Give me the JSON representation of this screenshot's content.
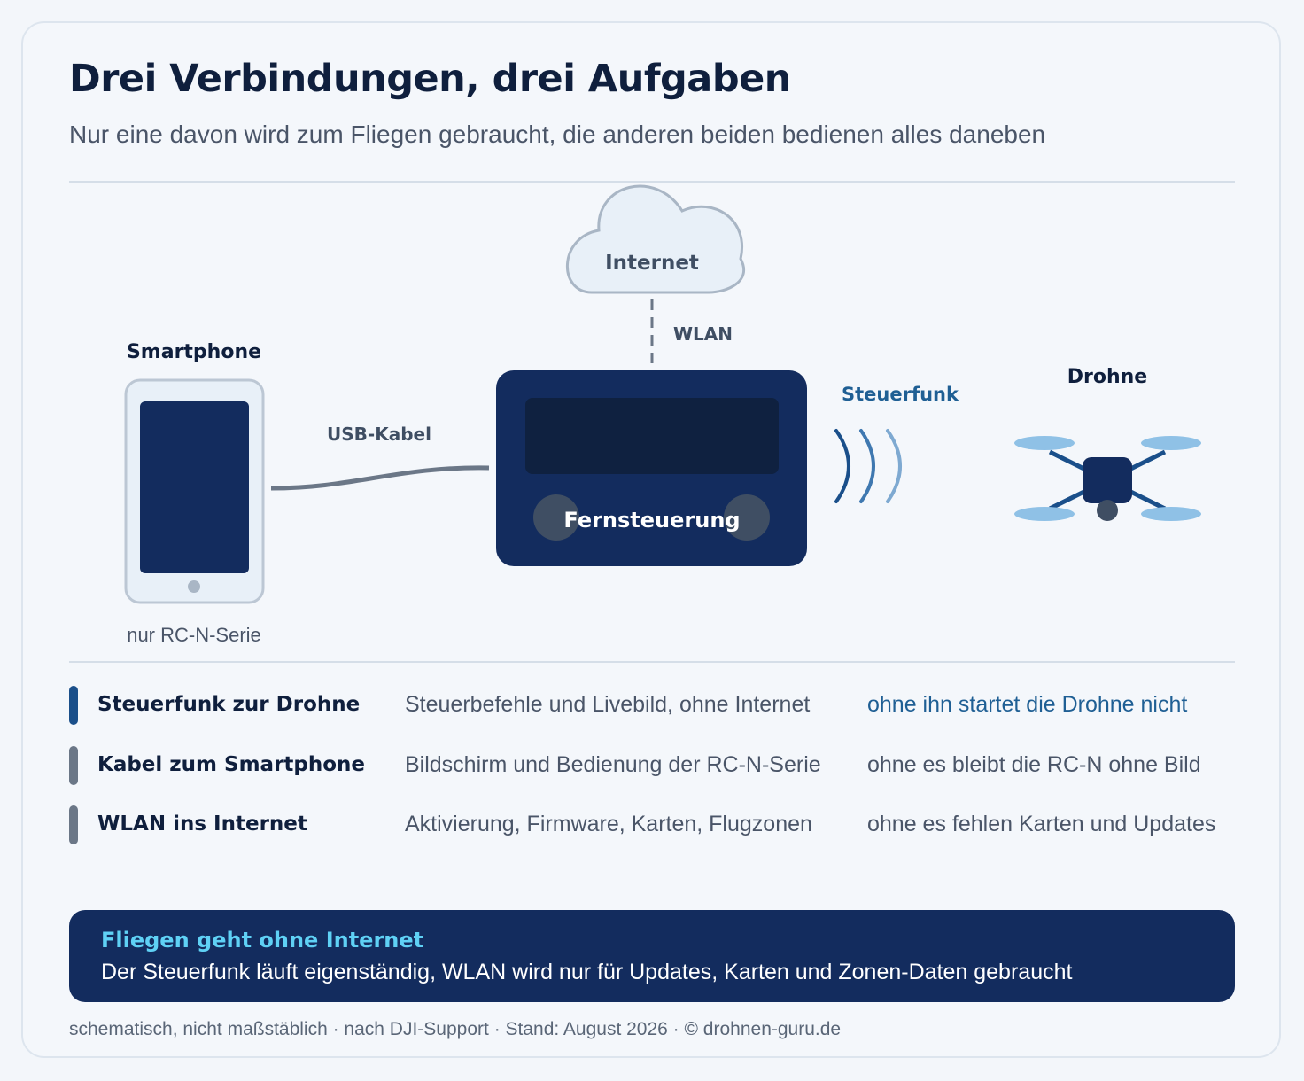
{
  "title": "Drei Verbindungen, drei Aufgaben",
  "subtitle": "Nur eine davon wird zum Fliegen gebraucht, die anderen beiden bedienen alles daneben",
  "diagram": {
    "internet_label": "Internet",
    "wlan_label": "WLAN",
    "smartphone_label": "Smartphone",
    "smartphone_note": "nur RC-N-Serie",
    "usb_label": "USB-Kabel",
    "remote_label": "Fernsteuerung",
    "radio_label": "Steuerfunk",
    "drone_label": "Drohne"
  },
  "connections": [
    {
      "name": "Steuerfunk zur Drohne",
      "description": "Steuerbefehle und Livebild, ohne Internet",
      "note": "ohne ihn startet die Drohne nicht",
      "accent": "#1a4f8a",
      "note_color": "#1f5f94"
    },
    {
      "name": "Kabel zum Smartphone",
      "description": "Bildschirm und Bedienung der RC-N-Serie",
      "note": "ohne es bleibt die RC-N ohne Bild",
      "accent": "#6b7787",
      "note_color": "#4a5568"
    },
    {
      "name": "WLAN ins Internet",
      "description": "Aktivierung, Firmware, Karten, Flugzonen",
      "note": "ohne es fehlen Karten und Updates",
      "accent": "#6b7787",
      "note_color": "#4a5568"
    }
  ],
  "callout": {
    "title": "Fliegen geht ohne Internet",
    "body": "Der Steuerfunk läuft eigenständig, WLAN wird nur für Updates, Karten und Zonen-Daten gebraucht"
  },
  "footer": "schematisch, nicht maßstäblich · nach DJI-Support · Stand: August 2026 · © drohnen-guru.de",
  "colors": {
    "navy": "#132c5e",
    "dark_screen": "#0f2140",
    "radio_blue": "#1f5f94",
    "propeller": "#8fc1e6",
    "cloud_fill": "#e8f0f8"
  }
}
